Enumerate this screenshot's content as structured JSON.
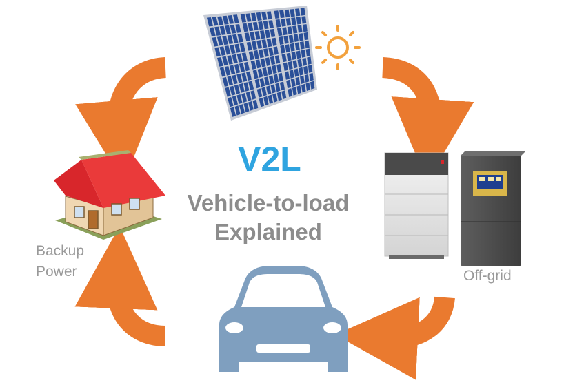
{
  "title": "V2L",
  "subtitle_line1": "Vehicle-to-load",
  "subtitle_line2": "Explained",
  "labels": {
    "backup_line1": "Backup",
    "backup_line2": "Power",
    "offgrid": "Off-grid"
  },
  "colors": {
    "arrow": "#ea7a2f",
    "title": "#2fa4e0",
    "subtitle": "#8c8c8c",
    "label": "#999999",
    "car": "#7f9fbf",
    "solar_cell": "#2a4f98",
    "sun": "#f2a13d",
    "roof": "#d8262b"
  },
  "icons": [
    "solar-panel-icon",
    "sun-icon",
    "house-icon",
    "battery-stack-icon",
    "inverter-icon",
    "car-icon"
  ]
}
